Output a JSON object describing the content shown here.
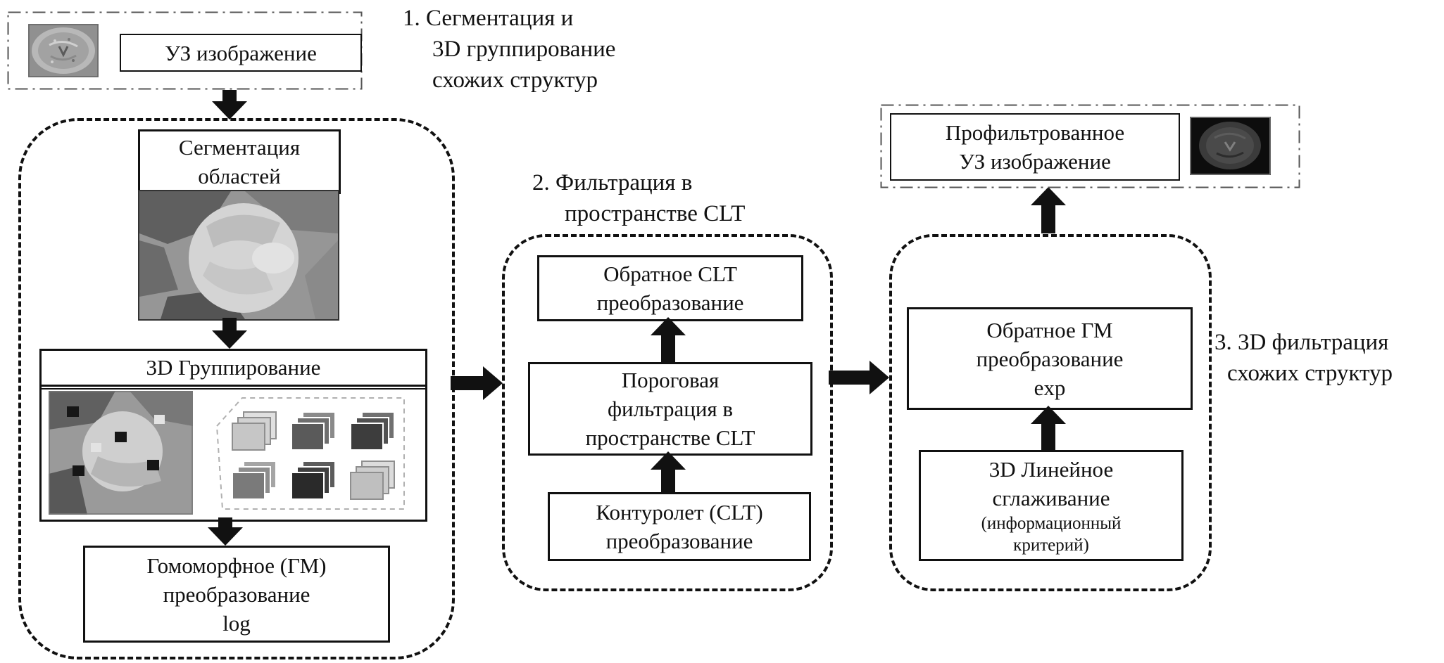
{
  "diagram": {
    "input": {
      "label": "УЗ изображение"
    },
    "output": {
      "label": [
        "Профильтрованное",
        "УЗ изображение"
      ]
    },
    "stage1": {
      "annotation": [
        "1. Сегментация и",
        "3D группирование",
        "схожих структур"
      ],
      "seg_title": [
        "Сегментация",
        "областей"
      ],
      "grouping_title": "3D Группирование",
      "homomorphic": [
        "Гомоморфное (ГМ)",
        "преобразование",
        "log"
      ]
    },
    "stage2": {
      "annotation": [
        "2. Фильтрация в",
        "пространстве CLT"
      ],
      "inverse_clt": [
        "Обратное CLT",
        "преобразование"
      ],
      "threshold": [
        "Пороговая",
        "фильтрация в",
        "пространстве CLT"
      ],
      "contourlet": [
        "Контуролет (CLT)",
        "преобразование"
      ]
    },
    "stage3": {
      "annotation": [
        "3. 3D фильтрация",
        "схожих структур"
      ],
      "inverse_gm": [
        "Обратное ГМ",
        "преобразование",
        "exp"
      ],
      "smoothing_main": [
        "3D Линейное",
        "сглаживание"
      ],
      "smoothing_sub": [
        "(информационный",
        "критерий)"
      ]
    }
  }
}
